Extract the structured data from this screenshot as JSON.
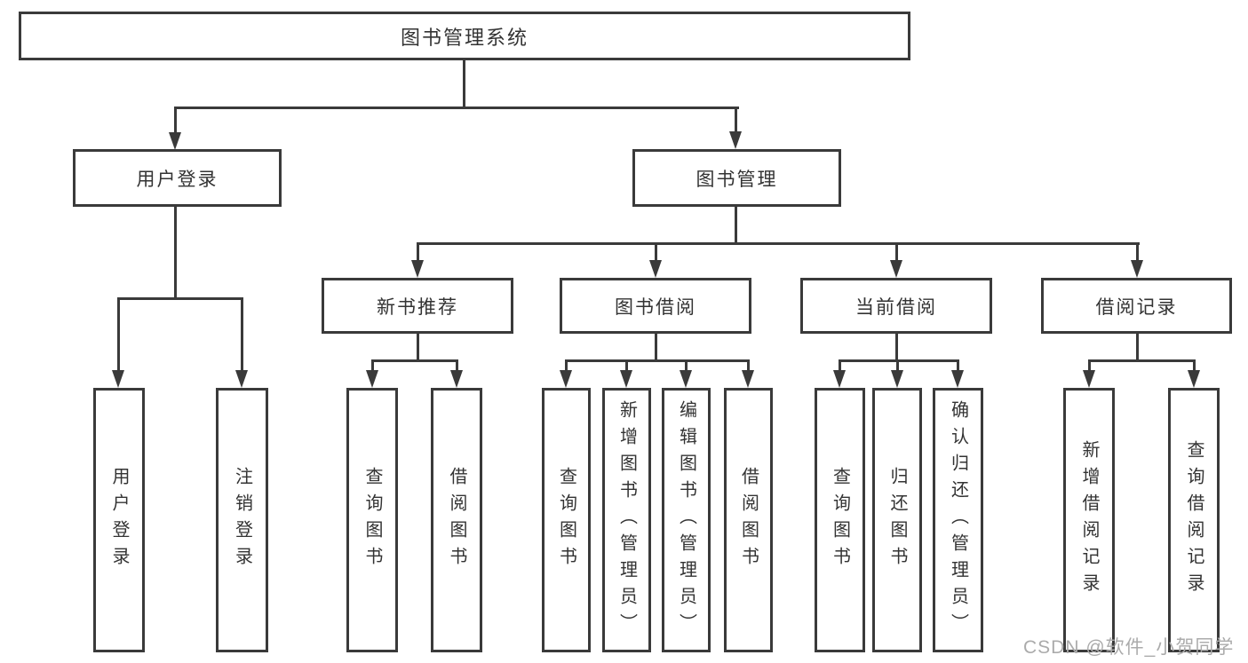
{
  "diagram": {
    "title": "图书管理系统",
    "level2": {
      "user_login": "用户登录",
      "book_management": "图书管理"
    },
    "level3": {
      "new_book_recommend": "新书推荐",
      "book_borrowing": "图书借阅",
      "current_borrowing": "当前借阅",
      "borrowing_records": "借阅记录"
    },
    "leaves": {
      "user_login": "用户登录",
      "logout": "注销登录",
      "nbr_query_book": "查询图书",
      "nbr_borrow_book": "借阅图书",
      "bb_query_book": "查询图书",
      "bb_add_book_admin": "新增图书（管理员）",
      "bb_edit_book_admin": "编辑图书（管理员）",
      "bb_borrow_book": "借阅图书",
      "cb_query_book": "查询图书",
      "cb_return_book": "归还图书",
      "cb_confirm_return_admin": "确认归还（管理员）",
      "br_add_record": "新增借阅记录",
      "br_query_record": "查询借阅记录"
    }
  },
  "watermark": "CSDN @软件_小贺同学",
  "colors": {
    "line": "#3a3a3a",
    "text": "#333333",
    "watermark": "#ababab",
    "background": "#ffffff"
  }
}
